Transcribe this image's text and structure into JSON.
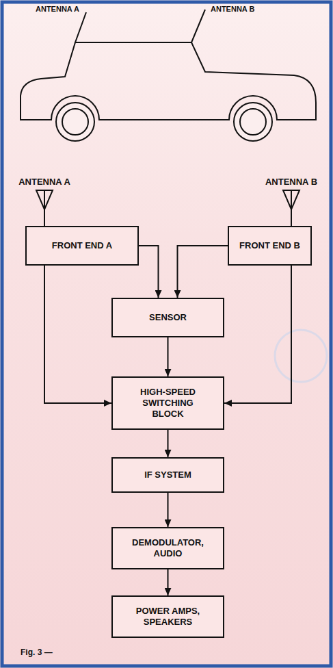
{
  "diagram": {
    "caption": "Fig. 3 —",
    "nodes": [
      {
        "text": [
          "ANTENNA A"
        ]
      },
      {
        "text": [
          "ANTENNA B"
        ]
      },
      {
        "text": [
          "FRONT END A"
        ]
      },
      {
        "text": [
          "FRONT END B"
        ]
      },
      {
        "text": [
          "SENSOR"
        ]
      },
      {
        "text": [
          "HIGH-SPEED SWITCHING BLOCK"
        ]
      },
      {
        "text": [
          "IF SYSTEM"
        ]
      },
      {
        "text": [
          "DEMODULATOR, AUDIO"
        ]
      },
      {
        "text": [
          "POWER AMPS, SPEAKERS"
        ]
      }
    ],
    "edges": [
      {
        "from": 0,
        "to": 2,
        "arrow": "none"
      },
      {
        "from": 1,
        "to": 3,
        "arrow": "none"
      },
      {
        "from": 2,
        "to": 4,
        "arrow": "to"
      },
      {
        "from": 3,
        "to": 4,
        "arrow": "to"
      },
      {
        "from": 2,
        "to": 5,
        "arrow": "to"
      },
      {
        "from": 3,
        "to": 5,
        "arrow": "to"
      },
      {
        "from": 4,
        "to": 5,
        "arrow": "to"
      },
      {
        "from": 5,
        "to": 6,
        "arrow": "to"
      },
      {
        "from": 6,
        "to": 7,
        "arrow": "to"
      },
      {
        "from": 7,
        "to": 8,
        "arrow": "to"
      }
    ],
    "labels": [
      "ANTENNA A",
      "ANTENNA B"
    ]
  }
}
